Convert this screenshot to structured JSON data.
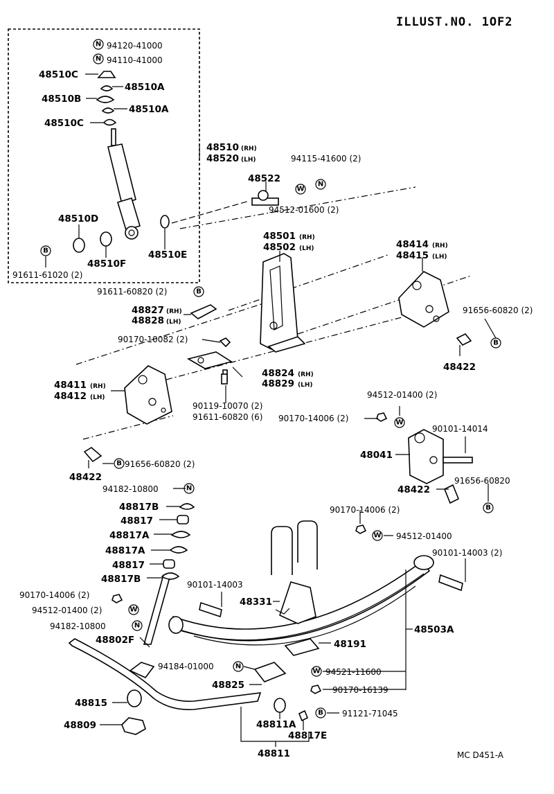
{
  "header": {
    "illust_no": "ILLUST.NO. 1OF2"
  },
  "footer": {
    "code": "MC D451-A"
  },
  "symbols": {
    "n": "N",
    "b": "B",
    "w": "W"
  },
  "labels": {
    "p94120": "94120-41000",
    "p94110": "94110-41000",
    "p48510C_1": "48510C",
    "p48510A_1": "48510A",
    "p48510B": "48510B",
    "p48510A_2": "48510A",
    "p48510C_2": "48510C",
    "p48510": "48510",
    "p48520": "48520",
    "p48510D": "48510D",
    "p48510F": "48510F",
    "p48510E": "48510E",
    "p91611_61020": "91611-61020 (2)",
    "p94115": "94115-41600 (2)",
    "p48522": "48522",
    "p94512_01600": "94512-01600 (2)",
    "p48501": "48501",
    "p48502": "48502",
    "p48414": "48414",
    "p48415": "48415",
    "p91611_60820_a": "91611-60820 (2)",
    "p48827": "48827",
    "p48828": "48828",
    "p91656_a": "91656-60820 (2)",
    "p90170_10082": "90170-10082 (2)",
    "p48422_a": "48422",
    "p48824": "48824",
    "p48829": "48829",
    "p48411": "48411",
    "p48412": "48412",
    "p90119": "90119-10070 (2)",
    "p91611_60820_b": "91611-60820 (6)",
    "p94512_01400_a": "94512-01400 (2)",
    "p90170_14006_a": "90170-14006 (2)",
    "p90101_14014": "90101-14014",
    "p48041": "48041",
    "p48422_b": "48422",
    "p91656_b": "91656-60820 (2)",
    "p91656_c": "91656-60820",
    "p48422_c": "48422",
    "p94182_a": "94182-10800",
    "p48817B_a": "48817B",
    "p48817_a": "48817",
    "p48817A_a": "48817A",
    "p90170_14006_b": "90170-14006 (2)",
    "p48817A_b": "48817A",
    "p94512_01400_b": "94512-01400",
    "p48817_b": "48817",
    "p90101_14003_a": "90101-14003 (2)",
    "p48817B_b": "48817B",
    "p90101_14003_b": "90101-14003",
    "p90170_14006_c": "90170-14006 (2)",
    "p48331": "48331",
    "p94512_01400_c": "94512-01400 (2)",
    "p94182_b": "94182-10800",
    "p48503A": "48503A",
    "p48802F": "48802F",
    "p48191": "48191",
    "p94184": "94184-01000",
    "p94521": "94521-11600",
    "p48825": "48825",
    "p90170_16139": "90170-16139",
    "p48815": "48815",
    "p91121": "91121-71045",
    "p48809": "48809",
    "p48811A": "48811A",
    "p48817E": "48817E",
    "p48811": "48811"
  },
  "sides": {
    "rh": "(RH)",
    "lh": "(LH)"
  }
}
